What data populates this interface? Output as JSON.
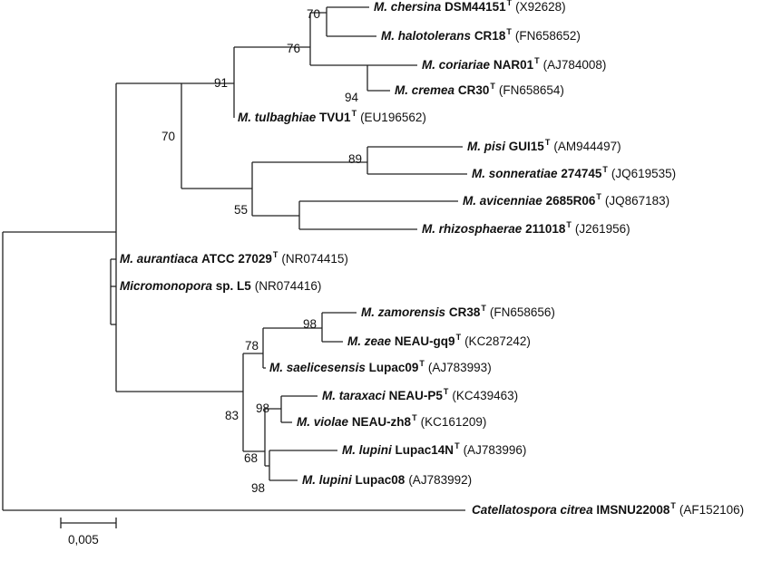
{
  "tree": {
    "taxa": [
      {
        "id": "t1",
        "genus": "M.",
        "species": "chersina",
        "strain": "DSM44151",
        "type_strain": true,
        "accession": "(X92628)"
      },
      {
        "id": "t2",
        "genus": "M.",
        "species": "halotolerans",
        "strain": "CR18",
        "type_strain": true,
        "accession": "(FN658652)"
      },
      {
        "id": "t3",
        "genus": "M.",
        "species": "coriariae",
        "strain": "NAR01",
        "type_strain": true,
        "accession": "(AJ784008)"
      },
      {
        "id": "t4",
        "genus": "M.",
        "species": "cremea",
        "strain": "CR30",
        "type_strain": true,
        "accession": "(FN658654)"
      },
      {
        "id": "t5",
        "genus": "M.",
        "species": "tulbaghiae",
        "strain": "TVU1",
        "type_strain": true,
        "accession": "(EU196562)"
      },
      {
        "id": "t6",
        "genus": "M.",
        "species": "pisi",
        "strain": "GUI15",
        "type_strain": true,
        "accession": "(AM944497)"
      },
      {
        "id": "t7",
        "genus": "M.",
        "species": "sonneratiae",
        "strain": "274745",
        "type_strain": true,
        "accession": "(JQ619535)"
      },
      {
        "id": "t8",
        "genus": "M.",
        "species": "avicenniae",
        "strain": "2685R06",
        "type_strain": true,
        "accession": "(JQ867183)"
      },
      {
        "id": "t9",
        "genus": "M.",
        "species": "rhizosphaerae",
        "strain": "211018",
        "type_strain": true,
        "accession": "(J261956)"
      },
      {
        "id": "t10",
        "genus": "M.",
        "species": "aurantiaca",
        "strain": "ATCC 27029",
        "type_strain": true,
        "accession": "(NR074415)"
      },
      {
        "id": "t11",
        "genus": "Micromonopora",
        "species": "",
        "strain": "sp. L5",
        "type_strain": false,
        "accession": "(NR074416)"
      },
      {
        "id": "t12",
        "genus": "M.",
        "species": "zamorensis",
        "strain": "CR38",
        "type_strain": true,
        "accession": "(FN658656)"
      },
      {
        "id": "t13",
        "genus": "M.",
        "species": "zeae",
        "strain": "NEAU-gq9",
        "type_strain": true,
        "accession": "(KC287242)"
      },
      {
        "id": "t14",
        "genus": "M.",
        "species": "saelicesensis",
        "strain": "Lupac09",
        "type_strain": true,
        "accession": "(AJ783993)"
      },
      {
        "id": "t15",
        "genus": "M.",
        "species": "taraxaci",
        "strain": "NEAU-P5",
        "type_strain": true,
        "accession": "(KC439463)"
      },
      {
        "id": "t16",
        "genus": "M.",
        "species": "violae",
        "strain": "NEAU-zh8",
        "type_strain": true,
        "accession": "(KC161209)"
      },
      {
        "id": "t17",
        "genus": "M.",
        "species": "lupini",
        "strain": "Lupac14N",
        "type_strain": true,
        "accession": "(AJ783996)"
      },
      {
        "id": "t18",
        "genus": "M.",
        "species": "lupini",
        "strain": "Lupac08",
        "type_strain": false,
        "accession": "(AJ783992)"
      },
      {
        "id": "t19",
        "genus": "Catellatospora",
        "species": "citrea",
        "strain": "IMSNU22008",
        "type_strain": true,
        "accession": "(AF152106)"
      }
    ],
    "type_strain_mark": "T",
    "bootstrap_values": [
      "70",
      "76",
      "94",
      "91",
      "89",
      "55",
      "70",
      "98",
      "78",
      "98",
      "83",
      "68",
      "98"
    ],
    "scale_bar_label": "0,005"
  }
}
